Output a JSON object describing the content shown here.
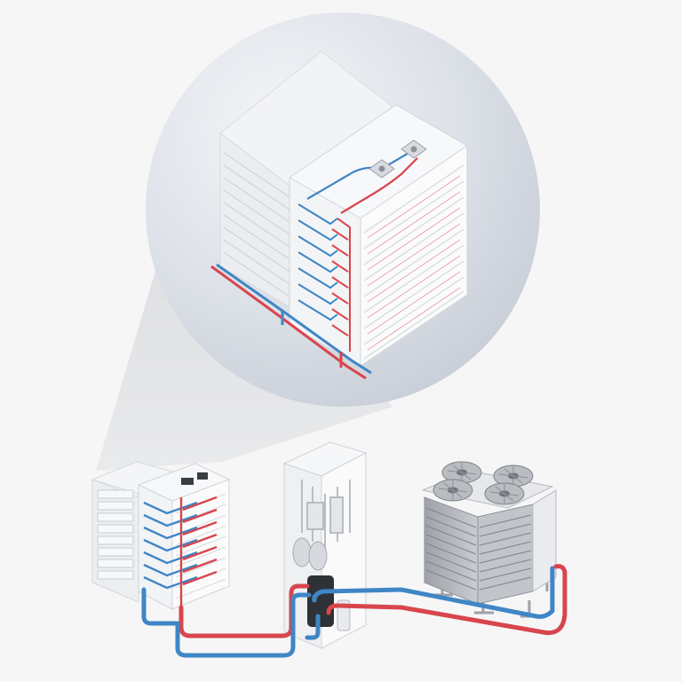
{
  "diagram": {
    "colors": {
      "background": "#f6f6f7",
      "zoom_circle_light": "#eef0f4",
      "zoom_circle_dark": "#c3c9d4",
      "cone_shadow": "#d9dadd",
      "hot_pipe": "#d8454c",
      "cold_pipe": "#3f86c6",
      "cabinet_white": "#ffffff",
      "cabinet_edge": "#d7d9de",
      "dark_component": "#2e3136",
      "fan_metal": "#a9adb3"
    },
    "components": [
      {
        "id": "battery-rack",
        "icon": "server-rack-icon"
      },
      {
        "id": "cooling-unit",
        "icon": "chiller-cabinet-icon"
      },
      {
        "id": "dry-cooler",
        "icon": "fan-cooler-icon"
      }
    ],
    "pipes": [
      "hot-pipe",
      "cold-pipe"
    ],
    "detail_view": {
      "subject": "battery-rack",
      "fittings": 2,
      "shelves": 9
    }
  }
}
